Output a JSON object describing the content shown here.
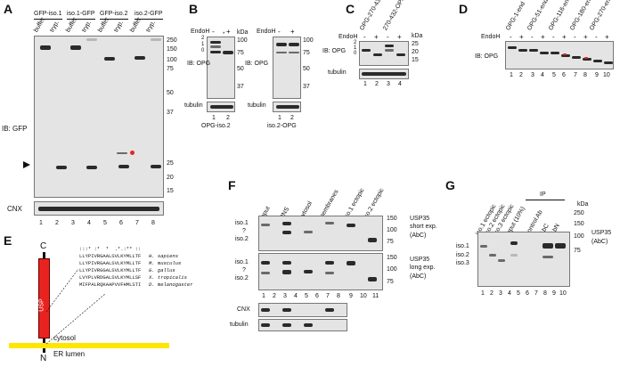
{
  "panels": {
    "A": {
      "letter": "A",
      "lanes_top": [
        "GFP-iso.1",
        "iso.1-GFP",
        "GFP-iso.2",
        "iso.2-GFP"
      ],
      "treatments": [
        "buffer",
        "tryp.",
        "buffer",
        "tryp.",
        "buffer",
        "tryp.",
        "buffer",
        "tryp."
      ],
      "kda": [
        "250",
        "150",
        "100",
        "75",
        "50",
        "37",
        "25",
        "20",
        "15"
      ],
      "ib_label": "IB: GFP",
      "cnx_label": "CNX",
      "lane_numbers": [
        "1",
        "2",
        "3",
        "4",
        "5",
        "6",
        "7",
        "8"
      ]
    },
    "B": {
      "letter": "B",
      "endoh": "EndoH",
      "signs": [
        "-",
        "+"
      ],
      "kda_unit": "kDa",
      "left": {
        "kda": [
          "100",
          "75",
          "50",
          "37"
        ],
        "side_labels": [
          "2",
          "1",
          "0"
        ],
        "star": "*",
        "ib": "IB: OPG",
        "tubulin": "tubulin",
        "lanes": [
          "1",
          "2"
        ],
        "name": "OPG-iso.2"
      },
      "right": {
        "kda": [
          "100",
          "75",
          "50",
          "37"
        ],
        "ib": "IB: OPG",
        "tubulin": "tubulin",
        "lanes": [
          "1",
          "2"
        ],
        "name": "iso.2-OPG"
      }
    },
    "C": {
      "letter": "C",
      "constructs": [
        "OPG-270-432",
        "270-432-OPG"
      ],
      "endoh": "EndoH",
      "signs": [
        "-",
        "+",
        "-",
        "+"
      ],
      "side_labels": [
        "2",
        "1",
        "0"
      ],
      "kda_unit": "kDa",
      "kda": [
        "25",
        "20",
        "15"
      ],
      "ib": "IB: OPG",
      "tubulin": "tubulin",
      "lanes": [
        "1",
        "2",
        "3",
        "4"
      ]
    },
    "D": {
      "letter": "D",
      "constructs": [
        "OPG-1-end",
        "OPG-51-end",
        "OPG-116-end",
        "OPG-180-end",
        "OPG-270-end"
      ],
      "endoh": "EndoH",
      "signs": [
        "-",
        "+",
        "-",
        "+",
        "-",
        "+",
        "-",
        "+",
        "-",
        "+"
      ],
      "ib": "IB: OPG",
      "lanes": [
        "1",
        "2",
        "3",
        "4",
        "5",
        "6",
        "7",
        "8",
        "9",
        "10"
      ]
    },
    "E": {
      "letter": "E",
      "c_term": "C",
      "n_term": "N",
      "usp": "USP",
      "cytosol": "cytosol",
      "er_lumen": "ER lumen",
      "conservation": ":::* :*  *  .*.:** ::",
      "sequences": [
        "LLYPIVRGAALSVLKYMLLTF",
        "LLYPIVRGAALSVLKYMLLTF",
        "LLYPIVRGGALSVLKYMLLTF",
        "LVYPLVRDGALSVLKYMLLSF",
        "MIFPALRQKAAPVVFHMLSTI"
      ],
      "species": [
        "H. sapiens",
        "M. musculus",
        "G. gallus",
        "X. tropicalis",
        "D. melanogaster"
      ]
    },
    "F": {
      "letter": "F",
      "columns": [
        "input",
        "PNS",
        "cytosol",
        "membranes",
        "iso.1 ectopic",
        "iso.2 ectopic"
      ],
      "row_labels": [
        "iso.1",
        "?",
        "iso.2"
      ],
      "kda_top": [
        "150",
        "100",
        "75"
      ],
      "kda_bottom": [
        "150",
        "100",
        "75"
      ],
      "top_caption": [
        "USP35",
        "short exp.",
        "(AbC)"
      ],
      "bottom_caption": [
        "USP35",
        "long exp.",
        "(AbC)"
      ],
      "lanes": [
        "1",
        "2",
        "3",
        "4",
        "5",
        "6",
        "7",
        "8",
        "9",
        "10",
        "11"
      ],
      "cnx": "CNX",
      "tubulin": "tubulin"
    },
    "G": {
      "letter": "G",
      "ip": "IP",
      "columns": [
        "iso.1 ectopic",
        "iso.2 ectopic",
        "iso.3 ectopic",
        "input (10%)",
        "control Ab",
        "AbC",
        "AbN"
      ],
      "row_labels": [
        "iso.1",
        "iso.2",
        "iso.3"
      ],
      "kda_unit": "kDa",
      "kda": [
        "250",
        "150",
        "100",
        "75"
      ],
      "caption": [
        "USP35",
        "(AbC)"
      ],
      "lanes": [
        "1",
        "2",
        "3",
        "4",
        "5",
        "6",
        "7",
        "8",
        "9",
        "10"
      ]
    }
  },
  "colors": {
    "usp_bar": "#e8231f",
    "membrane": "#ffe600",
    "red_marker": "#e8231f"
  }
}
